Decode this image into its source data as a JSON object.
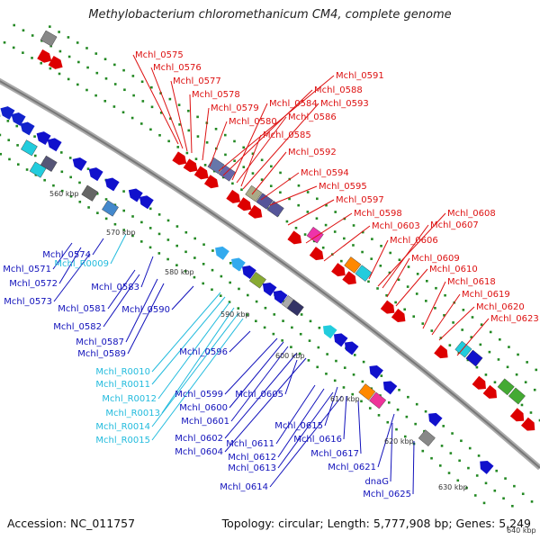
{
  "title": "Methylobacterium chloromethanicum CM4, complete genome",
  "footer": {
    "accession": "Accession: NC_011757",
    "summary": "Topology: circular; Length: 5,777,908 bp; Genes: 5,249"
  },
  "colors": {
    "forward_label": "#dd1111",
    "reverse_label": "#1111bb",
    "rna_label": "#22bbdd",
    "backbone": "#888888",
    "tick_dot": "#228822"
  },
  "scale": {
    "ticks": [
      "560 kbp",
      "570 kbp",
      "580 kbp",
      "590 kbp",
      "600 kbp",
      "610 kbp",
      "620 kbp",
      "630 kbp",
      "640 kbp"
    ]
  },
  "labels_forward": [
    "Mchl_0575",
    "Mchl_0576",
    "Mchl_0577",
    "Mchl_0578",
    "Mchl_0579",
    "Mchl_0580",
    "Mchl_0584",
    "Mchl_0585",
    "Mchl_0586",
    "Mchl_0588",
    "Mchl_0591",
    "Mchl_0592",
    "Mchl_0593",
    "Mchl_0594",
    "Mchl_0595",
    "Mchl_0597",
    "Mchl_0598",
    "Mchl_0603",
    "Mchl_0606",
    "Mchl_0607",
    "Mchl_0608",
    "Mchl_0609",
    "Mchl_0610",
    "Mchl_0618",
    "Mchl_0619",
    "Mchl_0620",
    "Mchl_0623"
  ],
  "labels_reverse": [
    "Mchl_0571",
    "Mchl_0572",
    "Mchl_0573",
    "Mchl_0574",
    "Mchl_0581",
    "Mchl_0582",
    "Mchl_0583",
    "Mchl_0587",
    "Mchl_0589",
    "Mchl_0590",
    "Mchl_0596",
    "Mchl_0599",
    "Mchl_0600",
    "Mchl_0601",
    "Mchl_0602",
    "Mchl_0604",
    "Mchl_0605",
    "Mchl_0611",
    "Mchl_0612",
    "Mchl_0613",
    "Mchl_0614",
    "Mchl_0615",
    "Mchl_0616",
    "Mchl_0617",
    "Mchl_0621",
    "Mchl_0625",
    "dnaG"
  ],
  "labels_rna": [
    "Mchl_R0009",
    "Mchl_R0010",
    "Mchl_R0011",
    "Mchl_R0012",
    "Mchl_R0013",
    "Mchl_R0014",
    "Mchl_R0015"
  ]
}
